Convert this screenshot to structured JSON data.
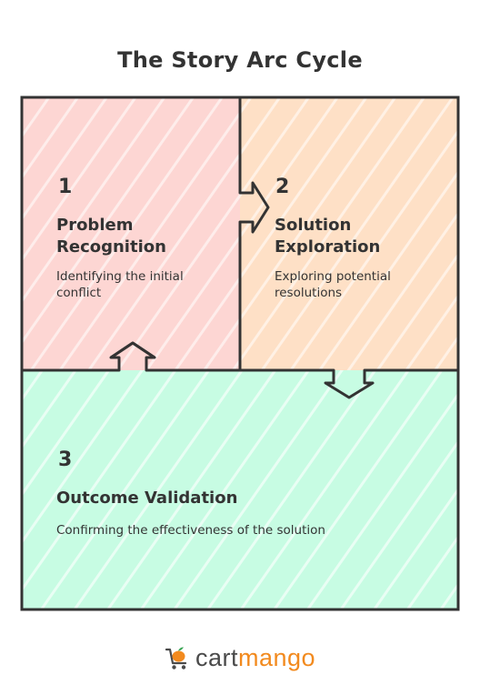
{
  "title": "The Story Arc Cycle",
  "steps": [
    {
      "number": "1",
      "title_line1": "Problem",
      "title_line2": "Recognition",
      "desc_line1": "Identifying the initial",
      "desc_line2": "conflict",
      "fill": "#fdd6d3"
    },
    {
      "number": "2",
      "title_line1": "Solution",
      "title_line2": "Exploration",
      "desc_line1": "Exploring potential",
      "desc_line2": "resolutions",
      "fill": "#fee0c6"
    },
    {
      "number": "3",
      "title_line1": "Outcome Validation",
      "desc_line1": "Confirming the effectiveness of the solution",
      "fill": "#c7fce3"
    }
  ],
  "logo": {
    "part1": "cart",
    "part2": "mango",
    "icon": "mango-cart-icon"
  },
  "colors": {
    "outline": "#333333",
    "accent": "#f28a1e"
  }
}
